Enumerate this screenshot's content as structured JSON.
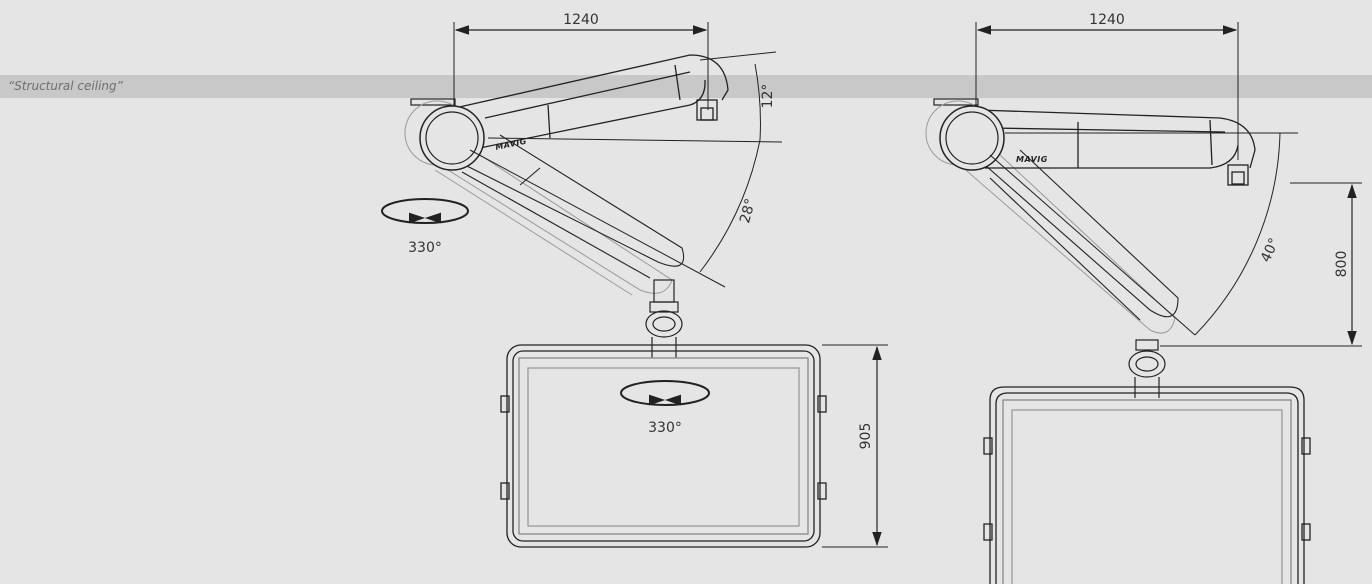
{
  "ceiling": {
    "label": "“Structural ceiling”"
  },
  "left_view": {
    "reach_dim": "1240",
    "upper_angle": "12°",
    "lower_angle": "28°",
    "arm_rotation": "330°",
    "screen_rotation": "330°",
    "screen_height_dim": "905",
    "brand": "MAVIG"
  },
  "right_view": {
    "reach_dim": "1240",
    "angle": "40°",
    "drop_dim": "800",
    "brand": "MAVIG"
  },
  "colors": {
    "line": "#222222",
    "ghost": "#9a9a9a",
    "background": "#e5e5e5",
    "ceiling": "#c8c8c8"
  }
}
